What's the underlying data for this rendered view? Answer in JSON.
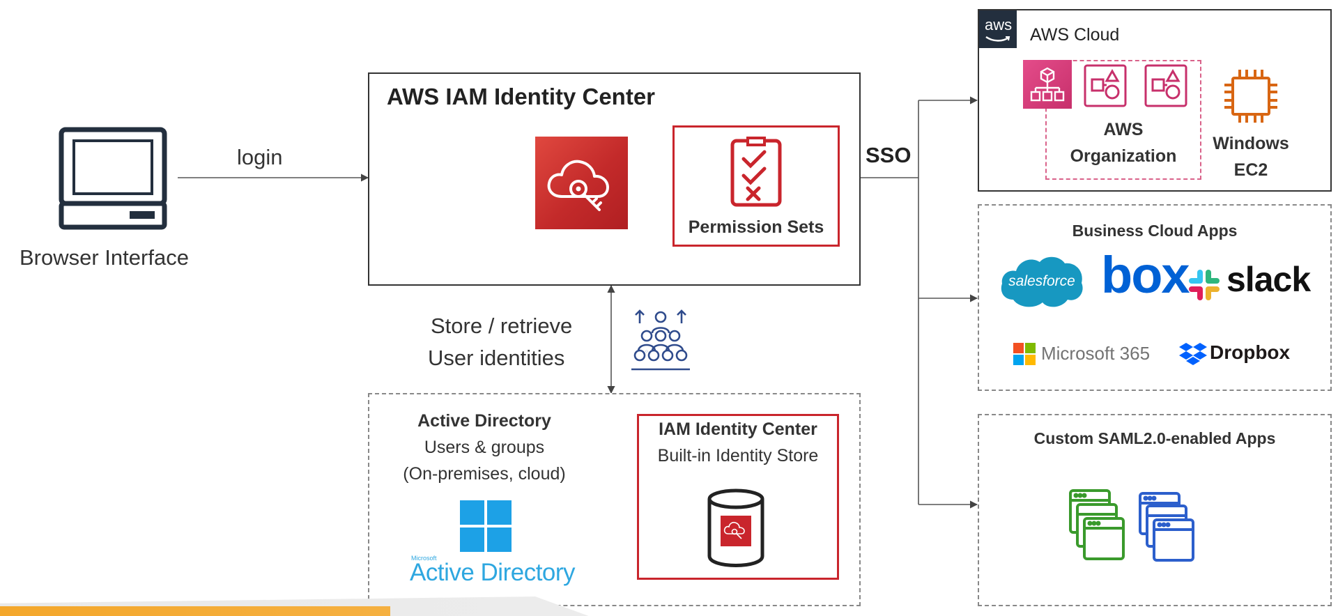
{
  "labels": {
    "browser": "Browser Interface",
    "login": "login",
    "sso": "SSO",
    "store_line1": "Store / retrieve",
    "store_line2": "User identities"
  },
  "identity_center": {
    "title": "AWS IAM Identity Center",
    "permission_sets": "Permission Sets"
  },
  "identity_sources": {
    "ad_title": "Active Directory",
    "ad_line1": "Users & groups",
    "ad_line2": "(On-premises, cloud)",
    "ad_logo_small": "Microsoft",
    "ad_logo_text": "Active Directory",
    "store_title": "IAM Identity Center",
    "store_subtitle": "Built-in Identity Store"
  },
  "aws_cloud": {
    "badge": "aws",
    "title": "AWS Cloud",
    "org_line1": "AWS",
    "org_line2": "Organization",
    "ec2_line1": "Windows",
    "ec2_line2": "EC2"
  },
  "business_apps": {
    "title": "Business Cloud Apps",
    "salesforce": "salesforce",
    "box": "box",
    "slack": "slack",
    "microsoft365": "Microsoft 365",
    "dropbox": "Dropbox"
  },
  "custom_apps": {
    "title": "Custom SAML2.0-enabled Apps"
  },
  "colors": {
    "aws_red": "#c9252c",
    "org_pink": "#c7306b",
    "ec2_orange": "#d86613",
    "salesforce_blue": "#1798c1",
    "box_blue": "#0061d5",
    "ad_blue": "#2ea7e0",
    "green_window": "#3a9a2c",
    "blue_window": "#2c5fcc",
    "accent_orange": "#f5a623"
  }
}
